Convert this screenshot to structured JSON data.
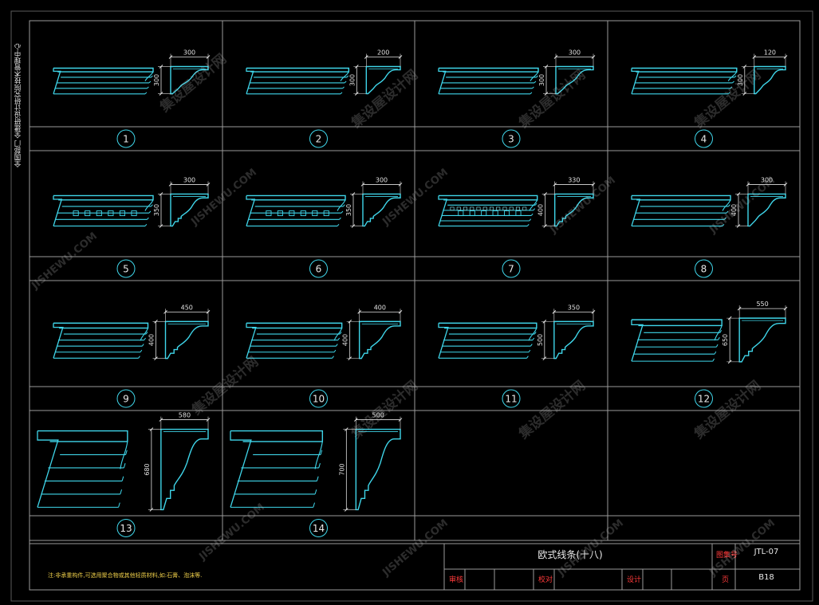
{
  "side_text": "全国部门 全建研设计研究院技术管理中心",
  "colors": {
    "background": "#000000",
    "frame": "#9a9a9a",
    "profile": "#3fd6ea",
    "dimension": "#e0e0e0",
    "label_circle": "#3fd6ea",
    "title_field": "#ff3a3a"
  },
  "panels": [
    {
      "number": "1",
      "width_dim": "300",
      "height_dim": "300"
    },
    {
      "number": "2",
      "width_dim": "200",
      "height_dim": "300"
    },
    {
      "number": "3",
      "width_dim": "300",
      "height_dim": "300"
    },
    {
      "number": "4",
      "width_dim": "120",
      "height_dim": "300"
    },
    {
      "number": "5",
      "width_dim": "300",
      "height_dim": "350"
    },
    {
      "number": "6",
      "width_dim": "300",
      "height_dim": "350"
    },
    {
      "number": "7",
      "width_dim": "330",
      "height_dim": "400"
    },
    {
      "number": "8",
      "width_dim": "300",
      "height_dim": "400"
    },
    {
      "number": "9",
      "width_dim": "450",
      "height_dim": "400"
    },
    {
      "number": "10",
      "width_dim": "400",
      "height_dim": "400"
    },
    {
      "number": "11",
      "width_dim": "350",
      "height_dim": "500"
    },
    {
      "number": "12",
      "width_dim": "550",
      "height_dim": "650"
    },
    {
      "number": "13",
      "width_dim": "580",
      "height_dim": "680"
    },
    {
      "number": "14",
      "width_dim": "500",
      "height_dim": "700"
    }
  ],
  "title_block": {
    "note": "注:非承重构件,可选用聚合物或其他轻质材料,如:石膏、泡沫等.",
    "drawing_title": "欧式线条(十八)",
    "atlas_label": "图集号",
    "atlas_no": "JTL-07",
    "review_label": "审核",
    "check_label": "校对",
    "design_label": "设计",
    "page_label": "页",
    "page_no": "B18"
  },
  "watermark": {
    "cn": "集设屋设计网",
    "en": "JISHEWU.COM"
  }
}
